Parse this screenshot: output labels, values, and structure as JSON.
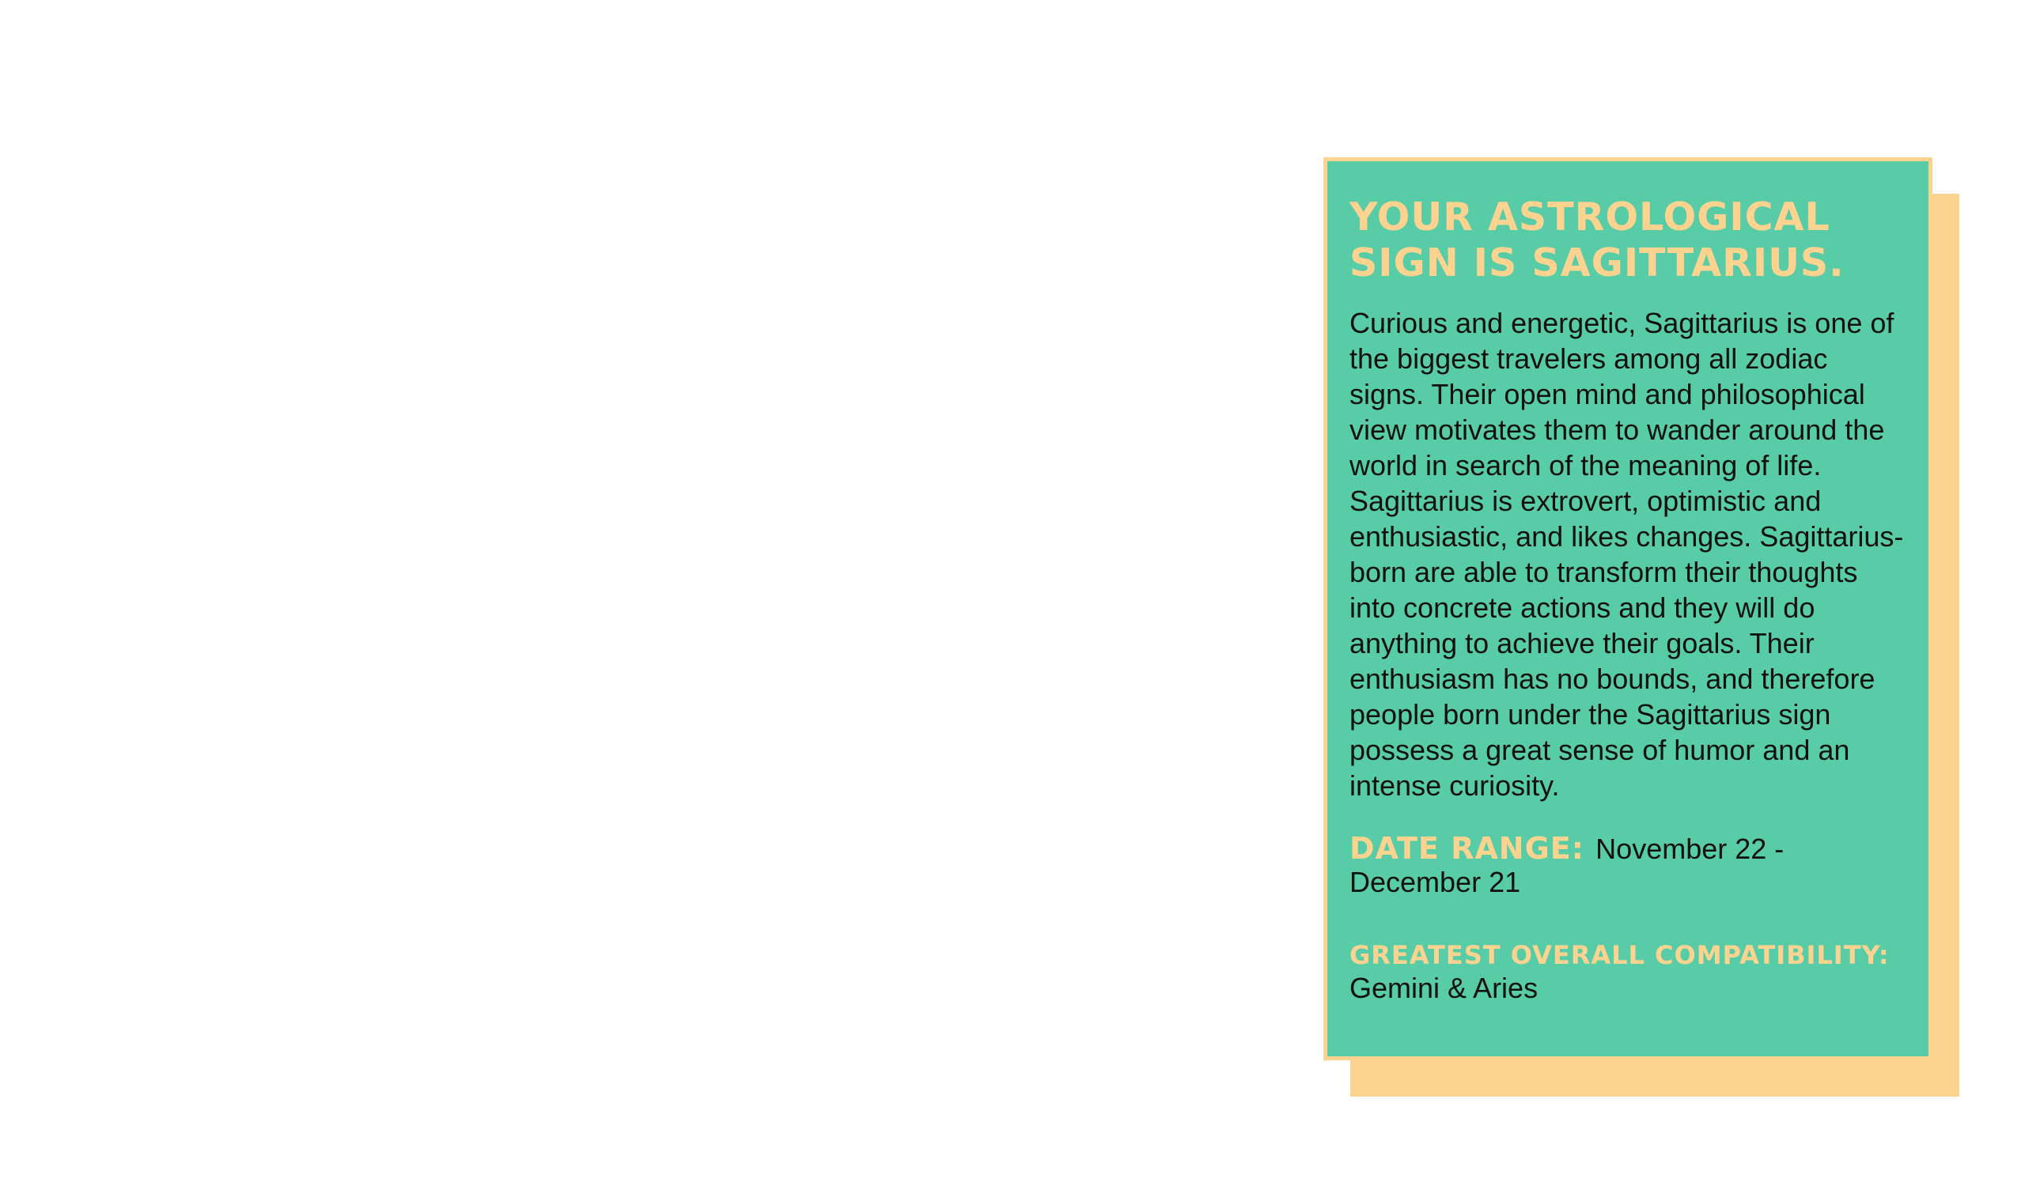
{
  "card": {
    "title": "Your astrological sign is Sagittarius.",
    "description": [
      "Curious and energetic, Sagittarius is one of the biggest travelers among all zodiac signs. Their open mind and philosophical view motivates them to wander around the world in search of the meaning of life.",
      "Sagittarius is extrovert, optimistic and enthusiastic, and likes changes. Sagittarius-born are able to transform their thoughts into concrete actions and they will do anything to achieve their goals. Their enthusiasm has no bounds, and therefore people born under the Sagittarius sign possess a great sense of humor and an intense curiosity."
    ],
    "date_range_label": "Date range:",
    "date_range_value": "November 22 - December 21",
    "compatibility_label": "Greatest overall compatibility:",
    "compatibility_value": "Gemini & Aries"
  },
  "colors": {
    "card_background": "#58cca7",
    "accent": "#fdd38f",
    "text": "#111111",
    "page_background": "#ffffff"
  }
}
